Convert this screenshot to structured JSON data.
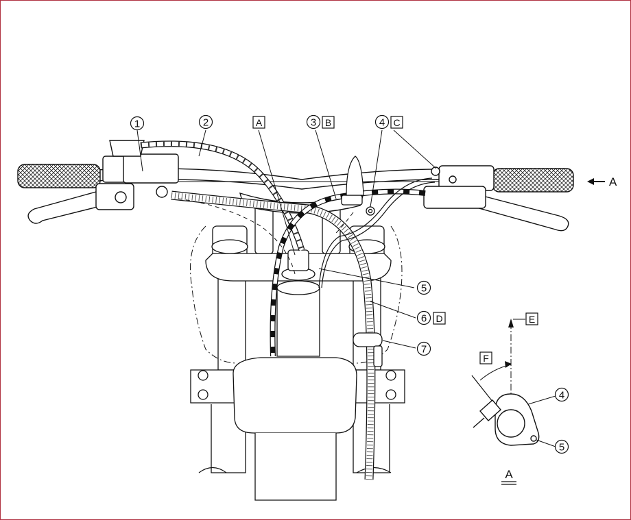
{
  "callouts": {
    "c1": "1",
    "c2": "2",
    "c3": "3",
    "c4": "4",
    "c5": "5",
    "c6": "6",
    "c7": "7",
    "inset_c4": "4",
    "inset_c5": "5"
  },
  "letters": {
    "A": "A",
    "B": "B",
    "C": "C",
    "D": "D",
    "E": "E",
    "F": "F"
  },
  "view_arrow_label": "A",
  "inset_label": "A",
  "colors": {
    "frame": "#b03040",
    "line": "#111111"
  }
}
